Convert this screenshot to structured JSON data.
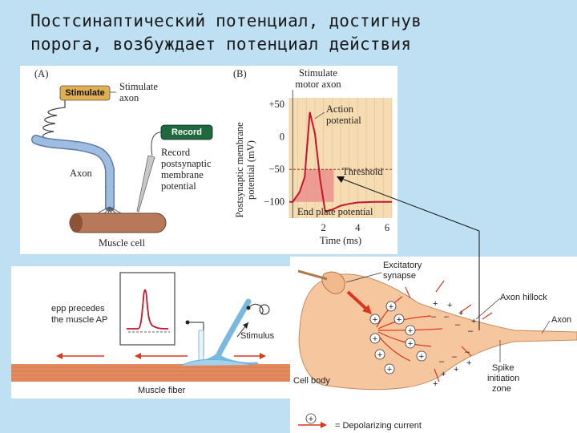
{
  "title": {
    "line1": "Постсинаптический потенциал, достигнув",
    "line2": "порога, возбуждает потенциал действия"
  },
  "panel_a": {
    "label": "(A)",
    "stimulate_button": "Stimulate",
    "stimulate_axon": [
      "Stimulate",
      "axon"
    ],
    "record_button": "Record",
    "record_text": [
      "Record",
      "postsynaptic",
      "membrane",
      "potential"
    ],
    "axon": "Axon",
    "muscle_cell": "Muscle cell"
  },
  "panel_b": {
    "label": "(B)",
    "stimulate_motor_axon": [
      "Stimulate",
      "motor axon"
    ],
    "action_potential": [
      "Action",
      "potential"
    ],
    "threshold": "Threshold",
    "end_plate_potential": "End plate potential",
    "ylabel": [
      "Postsynaptic membrane",
      "potential (mV)"
    ],
    "xlabel": "Time (ms)"
  },
  "chart_data": {
    "type": "line",
    "x": [
      0,
      0.2,
      0.6,
      0.9,
      1.2,
      1.5,
      1.8,
      2.1,
      2.5,
      3.0,
      3.5,
      4.0,
      5.0,
      6.0
    ],
    "series": [
      {
        "values": [
          -100,
          -100,
          -85,
          -62,
          38,
          5,
          -65,
          -115,
          -112,
          -106,
          -103,
          -101,
          -100,
          -100
        ]
      }
    ],
    "yticks": [
      "+50",
      "0",
      "−50",
      "−100"
    ],
    "xticks": [
      "2",
      "4",
      "6"
    ],
    "threshold": -50,
    "ylim": [
      -125,
      60
    ],
    "xlim": [
      0,
      6
    ]
  },
  "panel_c": {
    "epp_note": [
      "epp precedes",
      "the muscle AP"
    ],
    "stimulus": "Stimulus",
    "muscle_fiber": "Muscle fiber"
  },
  "panel_d": {
    "excitatory_synapse": [
      "Excitatory",
      "synapse"
    ],
    "axon_hillock": "Axon hillock",
    "axon": "Axon",
    "cell_body": "Cell body",
    "spike_zone": [
      "Spike",
      "initiation",
      "zone"
    ],
    "legend": "= Depolarizing current",
    "plus": "+",
    "minus": "–"
  },
  "colors": {
    "background": "#bfe0f3",
    "chart_bg": "#f6dcb2",
    "trace": "#c4142e",
    "fill": "#e9878a",
    "cell": "#f6c79f",
    "arrow": "#d9381e",
    "fiber": "#e38a5e",
    "axon": "#7fa1c9"
  }
}
